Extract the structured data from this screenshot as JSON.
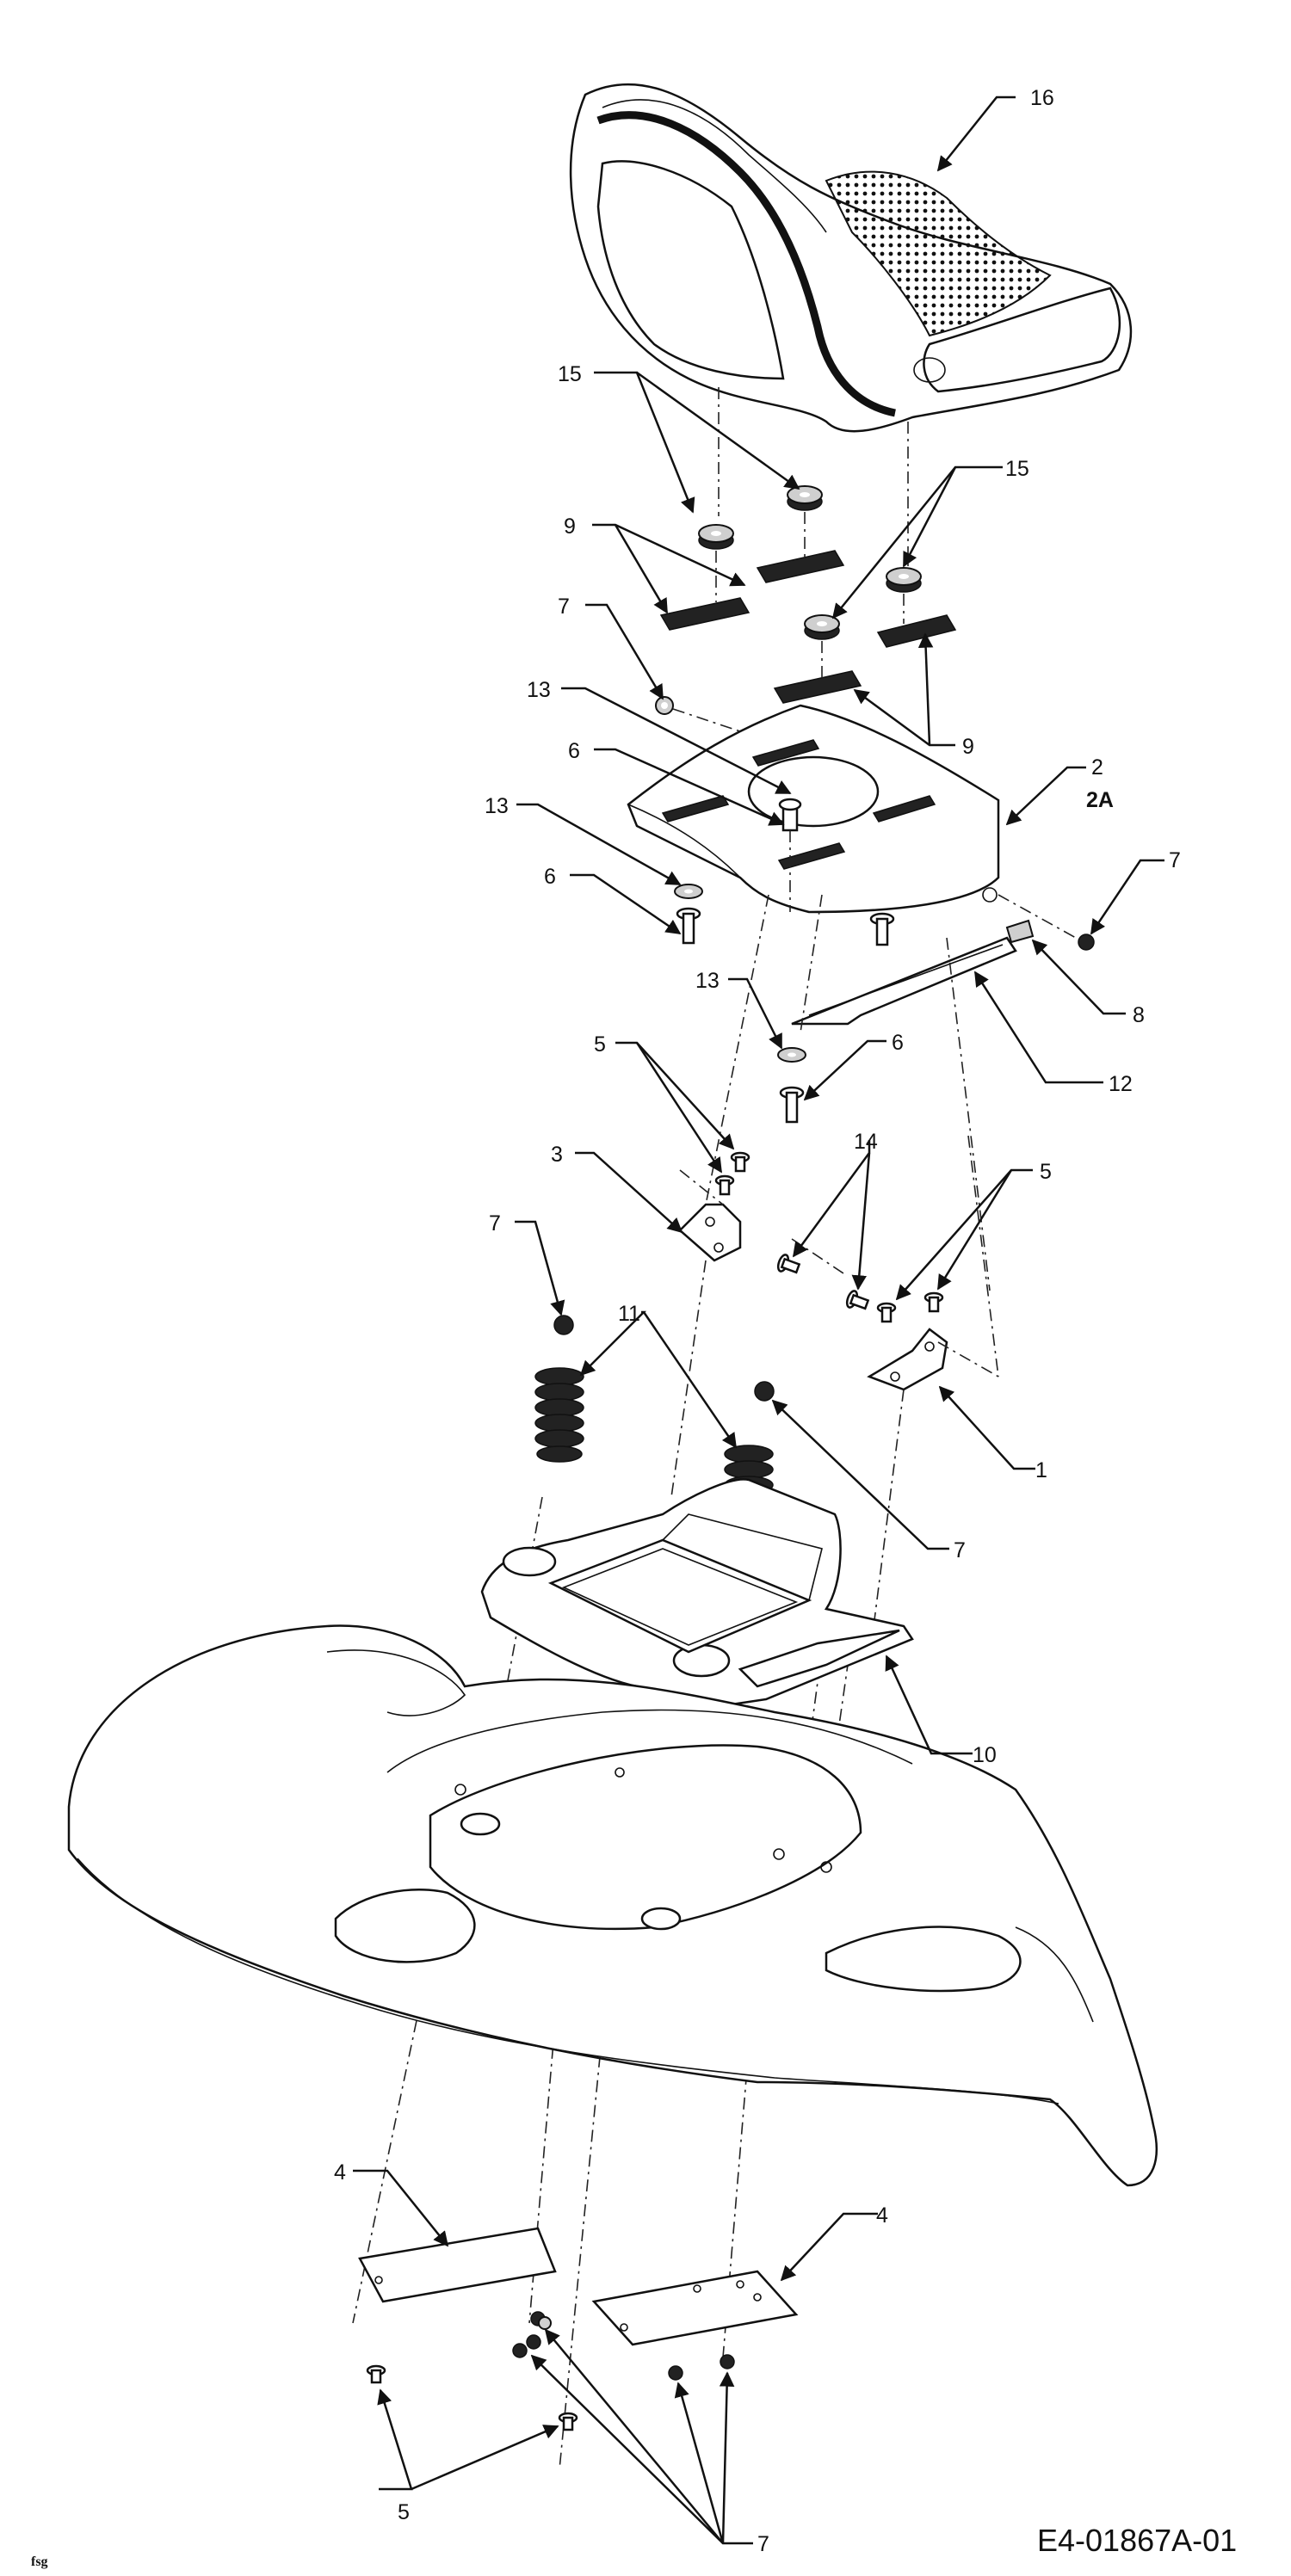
{
  "callouts": {
    "c1": "1",
    "c2": "2",
    "c2a": "2A",
    "c3": "3",
    "c4": "4",
    "c5": "5",
    "c6": "6",
    "c7": "7",
    "c8": "8",
    "c9": "9",
    "c10": "10",
    "c11": "11",
    "c12": "12",
    "c13": "13",
    "c14": "14",
    "c15": "15",
    "c16": "16"
  },
  "drawing_number": "E4-01867A-01",
  "footer_mark": "fsg",
  "colors": {
    "line": "#111111",
    "background": "#ffffff"
  }
}
